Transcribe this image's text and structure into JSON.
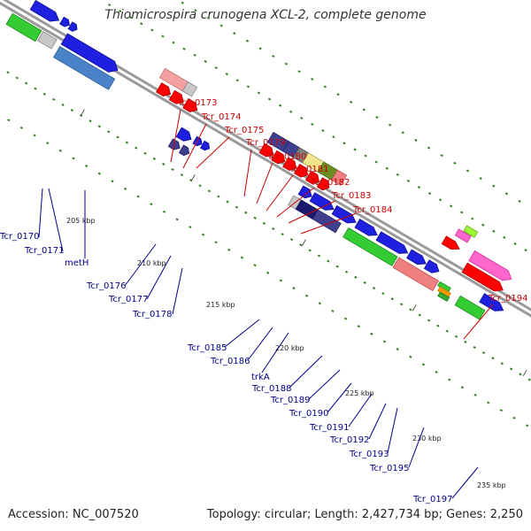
{
  "title": "Thiomicrospira crunogena XCL-2, complete genome",
  "accession_text": "Accession: NC_007520",
  "summary_text": "Topology: circular; Length: 2,427,734 bp; Genes: 2,250",
  "colors": {
    "red_label": "#cc0000",
    "blue_label": "#00008b",
    "backbone": "#9a9a9a",
    "tick_green": "#2f7d1d"
  },
  "scale_ticks": [
    "205 kbp",
    "210 kbp",
    "215 kbp",
    "220 kbp",
    "225 kbp",
    "230 kbp",
    "235 kbp"
  ],
  "top_labels": [
    "Tcr_0173",
    "Tcr_0174",
    "Tcr_0175",
    "Tcr_0179",
    "Tcr_0180",
    "Tcr_0181",
    "Tcr_0182",
    "Tcr_0183",
    "Tcr_0184",
    "Tcr_0194"
  ],
  "bottom_labels": [
    "Tcr_0170",
    "Tcr_0171",
    "metH",
    "Tcr_0176",
    "Tcr_0177",
    "Tcr_0178",
    "Tcr_0185",
    "Tcr_0186",
    "trkA",
    "Tcr_0188",
    "Tcr_0189",
    "Tcr_0190",
    "Tcr_0191",
    "Tcr_0192",
    "Tcr_0193",
    "Tcr_0195",
    "Tcr_0197"
  ]
}
